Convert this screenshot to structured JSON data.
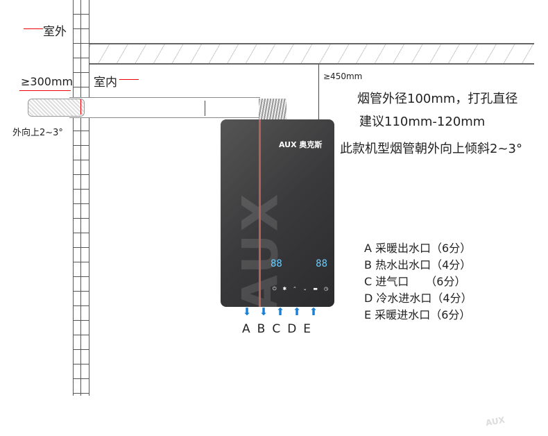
{
  "labels": {
    "outdoor": "室外",
    "indoor": "室内",
    "clearance_wall": "≥300mm",
    "tilt": "外向上2~3°",
    "clearance_ceiling": "≥450mm"
  },
  "notes": [
    "烟管外径100mm，打孔直径",
    "建议110mm-120mm",
    "此款机型烟管朝外向上倾斜2~3°"
  ],
  "heater": {
    "brand": "AUX 奥克斯",
    "watermark": "AUX",
    "display_left": "88",
    "display_right": "88"
  },
  "ports": [
    {
      "letter": "A",
      "dir": "down"
    },
    {
      "letter": "B",
      "dir": "down"
    },
    {
      "letter": "C",
      "dir": "up"
    },
    {
      "letter": "D",
      "dir": "up"
    },
    {
      "letter": "E",
      "dir": "up"
    }
  ],
  "legend": [
    "A 采暖出水口（6分）",
    "B 热水出水口（4分）",
    "C 进气口　　（6分）",
    "D 冷水进水口（4分）",
    "E 采暖进水口（6分）"
  ],
  "corner_watermark": "AUX",
  "colors": {
    "annotation": "#e00000",
    "arrow": "#1a7fd6"
  }
}
